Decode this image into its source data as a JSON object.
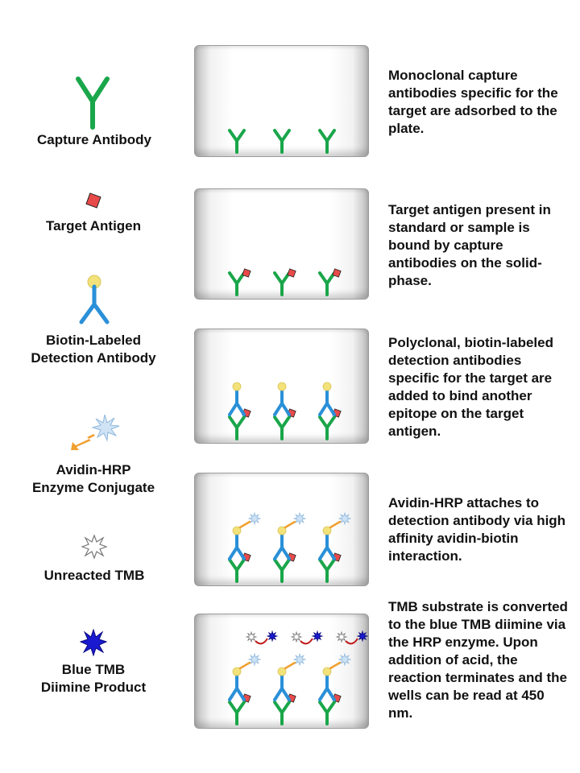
{
  "legend": {
    "capture_antibody": "Capture Antibody",
    "target_antigen": "Target Antigen",
    "detection_antibody_line1": "Biotin-Labeled",
    "detection_antibody_line2": "Detection Antibody",
    "avidin_hrp_line1": "Avidin-HRP",
    "avidin_hrp_line2": "Enzyme Conjugate",
    "unreacted_tmb": "Unreacted TMB",
    "blue_tmb_line1": "Blue TMB",
    "blue_tmb_line2": "Diimine Product"
  },
  "steps": [
    {
      "text": "Monoclonal capture antibodies specific for the target are adsorbed to the plate."
    },
    {
      "text": "Target antigen present in standard or sample is bound by capture antibodies on the solid-phase."
    },
    {
      "text": "Polyclonal, biotin-labeled detection antibodies specific for the target are added to bind another epitope on the target antigen."
    },
    {
      "text": "Avidin-HRP attaches to detection antibody via high affinity avidin-biotin interaction."
    },
    {
      "text": "TMB substrate is converted to the blue TMB diimine via the HRP enzyme. Upon addition of acid, the reaction terminates and the wells can be read at 450 nm."
    }
  ],
  "colors": {
    "capture_antibody": "#1aa64a",
    "detection_antibody": "#2a90d8",
    "antigen": "#e84a4a",
    "biotin": "#f3e27a",
    "hrp_arrow": "#f0a030",
    "tmb_blue": "#1a1ad0",
    "tmb_unreacted": "#ffffff",
    "conversion_arrow": "#c01818"
  },
  "icons": [
    "capture-antibody-icon",
    "antigen-icon",
    "detection-antibody-icon",
    "avidin-hrp-icon",
    "unreacted-tmb-icon",
    "blue-tmb-icon"
  ]
}
